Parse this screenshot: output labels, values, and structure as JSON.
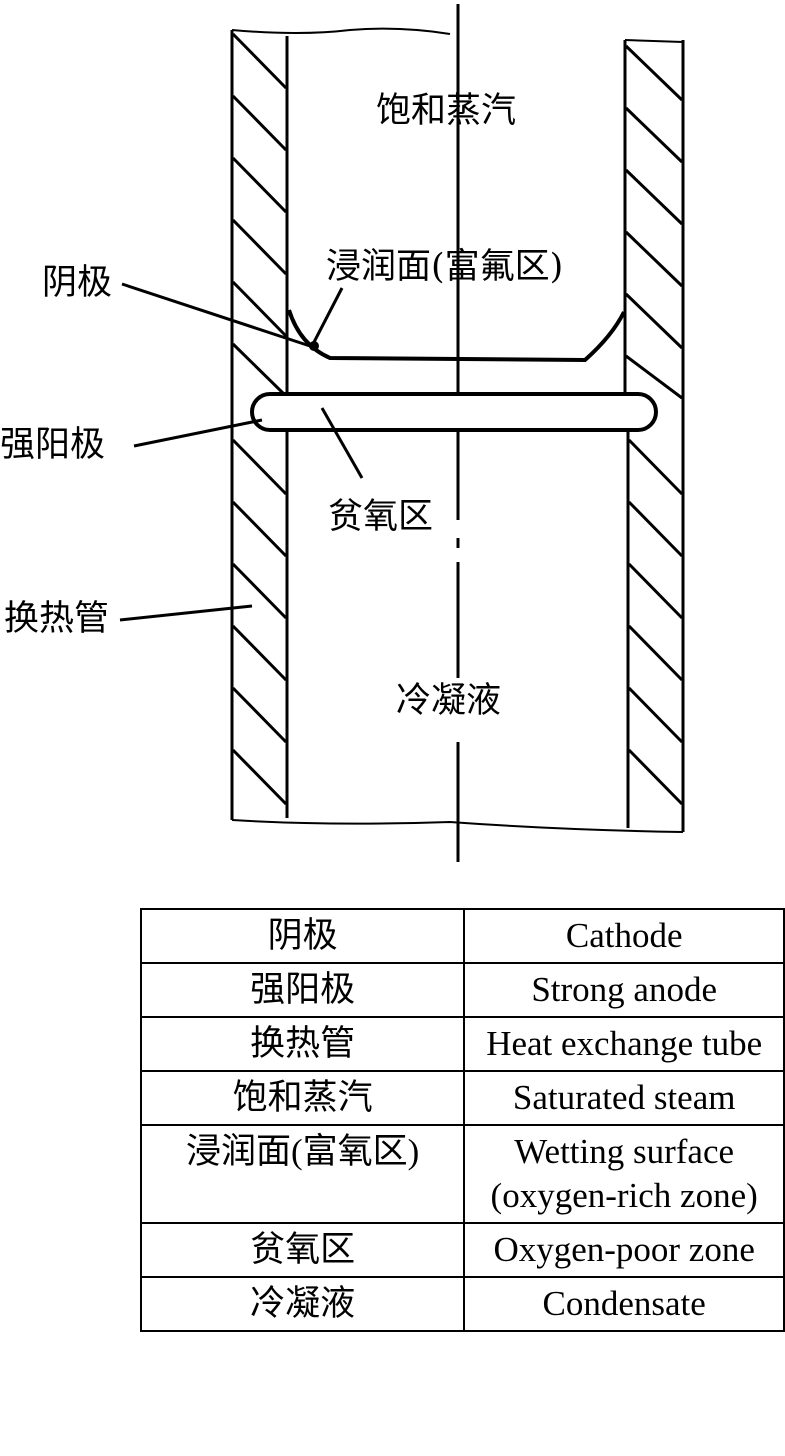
{
  "diagram": {
    "labels": {
      "saturated_steam": "饱和蒸汽",
      "wetting_surface": "浸润面(富氟区)",
      "cathode": "阴极",
      "strong_anode": "强阳极",
      "oxygen_poor_zone": "贫氧区",
      "heat_exchange_tube": "换热管",
      "condensate": "冷凝液"
    }
  },
  "legend": {
    "rows": [
      {
        "zh": "阴极",
        "en": "Cathode"
      },
      {
        "zh": "强阳极",
        "en": "Strong anode"
      },
      {
        "zh": "换热管",
        "en": "Heat exchange tube"
      },
      {
        "zh": "饱和蒸汽",
        "en": "Saturated steam"
      },
      {
        "zh": "浸润面(富氧区)",
        "en": "Wetting surface (oxygen-rich zone)"
      },
      {
        "zh": "贫氧区",
        "en": "Oxygen-poor zone"
      },
      {
        "zh": "冷凝液",
        "en": "Condensate"
      }
    ]
  }
}
